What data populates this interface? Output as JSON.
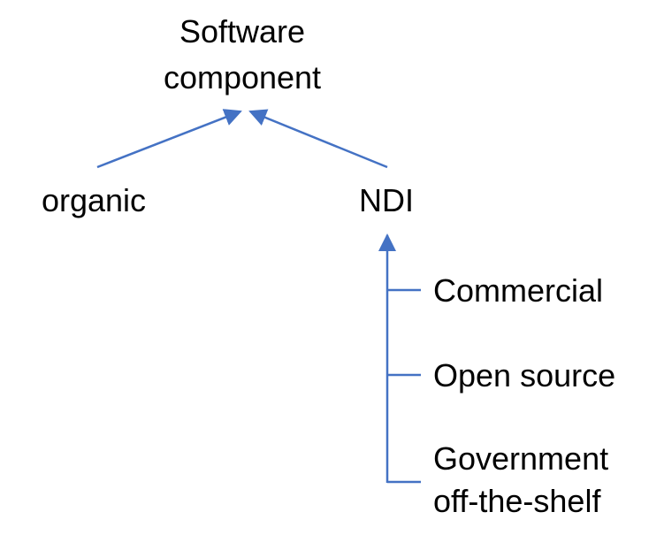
{
  "colors": {
    "background": "#ffffff",
    "arrow": "#4472c4",
    "text": "#000000"
  },
  "root": {
    "line1": "Software",
    "line2": "component"
  },
  "children": {
    "left": "organic",
    "right": "NDI"
  },
  "ndi_types": [
    {
      "line1": "Commercial",
      "line2": ""
    },
    {
      "line1": "Open source",
      "line2": ""
    },
    {
      "line1": "Government",
      "line2": "off-the-shelf"
    }
  ]
}
